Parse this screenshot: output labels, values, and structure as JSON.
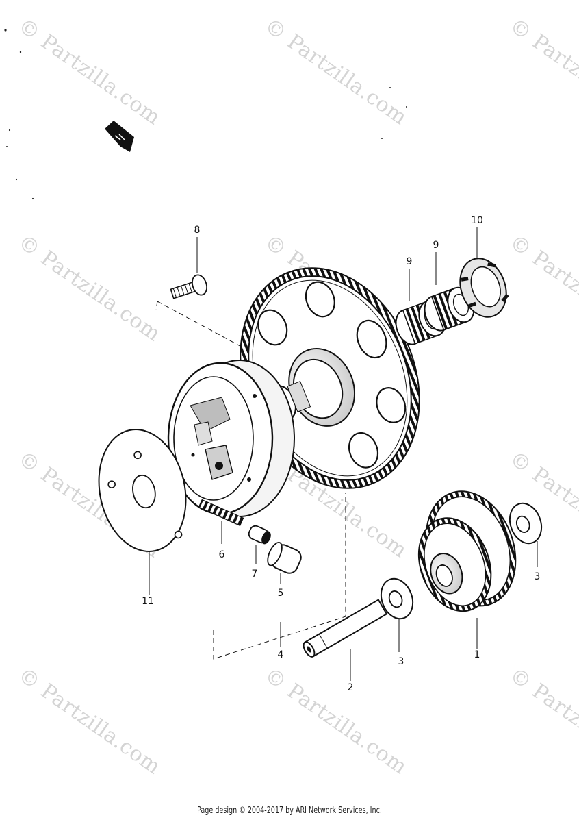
{
  "watermark": {
    "text": "© Partzilla.com"
  },
  "callouts": [
    "8",
    "10",
    "9",
    "9",
    "6",
    "7",
    "5",
    "11",
    "4",
    "2",
    "3",
    "3",
    "1"
  ],
  "footer": {
    "text": "Page design © 2004-2017 by ARI Network Services, Inc."
  },
  "icons": [
    "front-arrow-icon"
  ]
}
